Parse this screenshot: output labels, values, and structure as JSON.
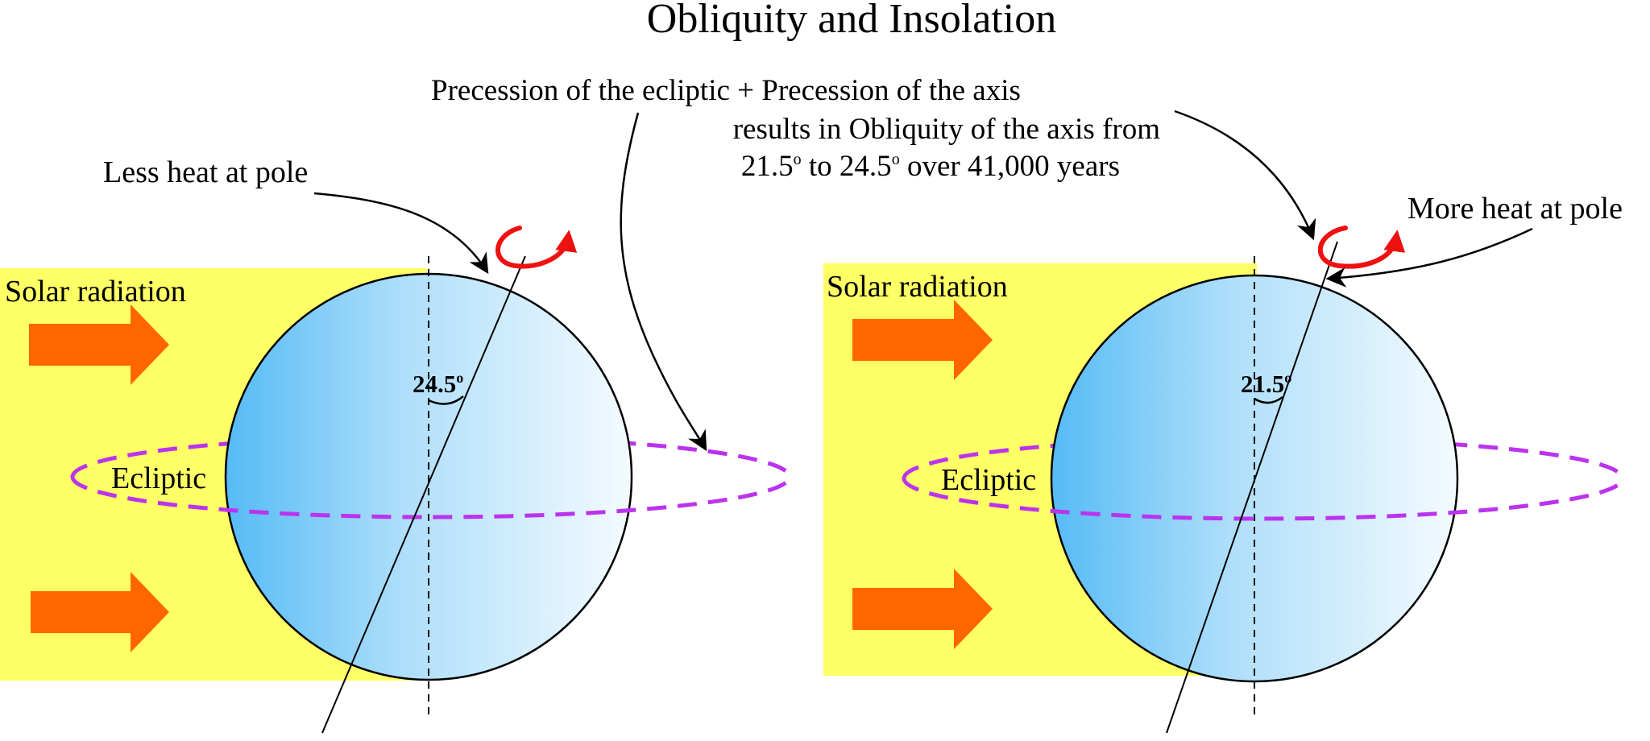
{
  "title": "Obliquity and Insolation",
  "precession_note": {
    "line1": "Precession of the ecliptic + Precession of the axis",
    "line2": "results in Obliquity of the axis from",
    "line3_pre": "21.5",
    "line3_mid": " to 24.5",
    "line3_post": " over 41,000 years",
    "degree_mark": "o"
  },
  "left_panel": {
    "solar_label": "Solar radiation",
    "ecliptic_label": "Ecliptic",
    "pole_label": "Less heat at pole",
    "angle_value": "24.5",
    "degree_mark": "o"
  },
  "right_panel": {
    "solar_label": "Solar radiation",
    "ecliptic_label": "Ecliptic",
    "pole_label": "More heat at pole",
    "angle_value": "21.5",
    "degree_mark": "o"
  },
  "colors": {
    "sunlight": "#ffff66",
    "arrow": "#ff6600",
    "ecliptic": "#bb33ee",
    "rotation": "#ee1111",
    "globe_light": "#f4fbff",
    "globe_dark": "#55bbf5"
  }
}
